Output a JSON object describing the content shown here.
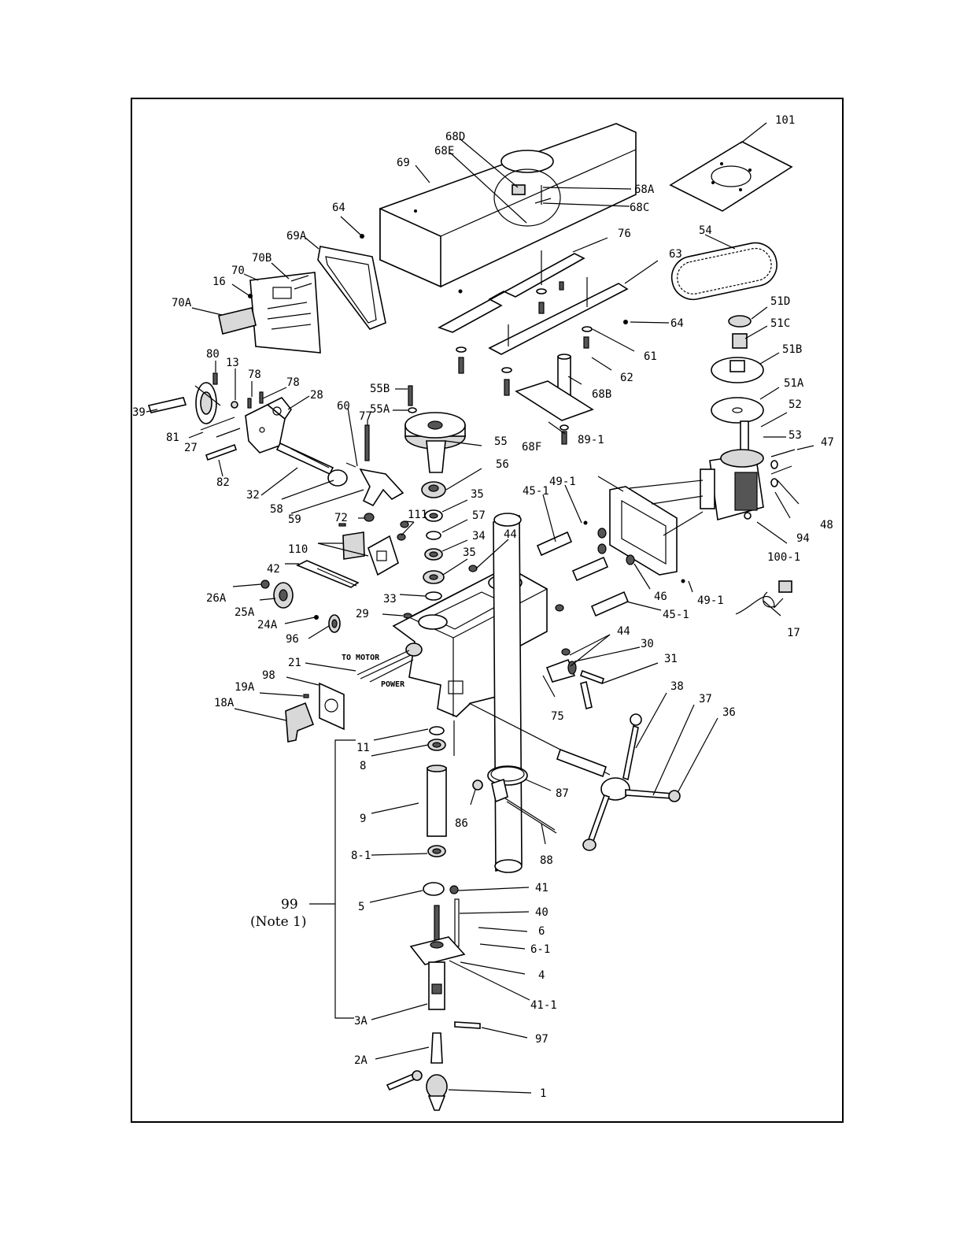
{
  "labels": {
    "l101": "101",
    "l68D": "68D",
    "l68E": "68E",
    "l69": "69",
    "l68A": "68A",
    "l68C": "68C",
    "l64a": "64",
    "l69A": "69A",
    "l76": "76",
    "l63": "63",
    "l54": "54",
    "l70B": "70B",
    "l70": "70",
    "l16": "16",
    "l70A": "70A",
    "l64b": "64",
    "l51D": "51D",
    "l51C": "51C",
    "l61": "61",
    "l51B": "51B",
    "l80": "80",
    "l13": "13",
    "l78a": "78",
    "l78b": "78",
    "l28": "28",
    "l62": "62",
    "l68B": "68B",
    "l51A": "51A",
    "l39": "39",
    "l55B": "55B",
    "l55A": "55A",
    "l60": "60",
    "l77": "77",
    "l52": "52",
    "l81": "81",
    "l27": "27",
    "l55": "55",
    "l68F": "68F",
    "l53": "53",
    "l47": "47",
    "l89_1": "89-1",
    "l56": "56",
    "l82": "82",
    "l32": "32",
    "l45_1a": "45-1",
    "l49_1a": "49-1",
    "l35a": "35",
    "l58": "58",
    "l59": "59",
    "l111": "111",
    "l57": "57",
    "l72": "72",
    "l34": "34",
    "l44a": "44",
    "l94": "94",
    "l48": "48",
    "l110": "110",
    "l35b": "35",
    "l100_1": "100-1",
    "l42": "42",
    "l26A": "26A",
    "l33": "33",
    "l25A": "25A",
    "l46": "46",
    "l49_1b": "49-1",
    "l29": "29",
    "l45_1b": "45-1",
    "l24A": "24A",
    "l17": "17",
    "l96": "96",
    "l44b": "44",
    "l30": "30",
    "l31": "31",
    "l21": "21",
    "l98": "98",
    "l19A": "19A",
    "l75": "75",
    "l38": "38",
    "l37": "37",
    "l36": "36",
    "l18A": "18A",
    "l11": "11",
    "l8": "8",
    "l87": "87",
    "l9": "9",
    "l86": "86",
    "l88": "88",
    "l8_1": "8-1",
    "l41": "41",
    "l99": "99",
    "l5": "5",
    "l40": "40",
    "l6": "6",
    "l6_1": "6-1",
    "l4": "4",
    "l41_1": "41-1",
    "l3A": "3A",
    "l97": "97",
    "l2A": "2A",
    "l1": "1",
    "to_motor": "TO MOTOR",
    "power": "POWER",
    "note1": "(Note 1)"
  },
  "colors": {
    "line": "#000000",
    "background": "#ffffff",
    "shade": "#d8d8d8"
  }
}
